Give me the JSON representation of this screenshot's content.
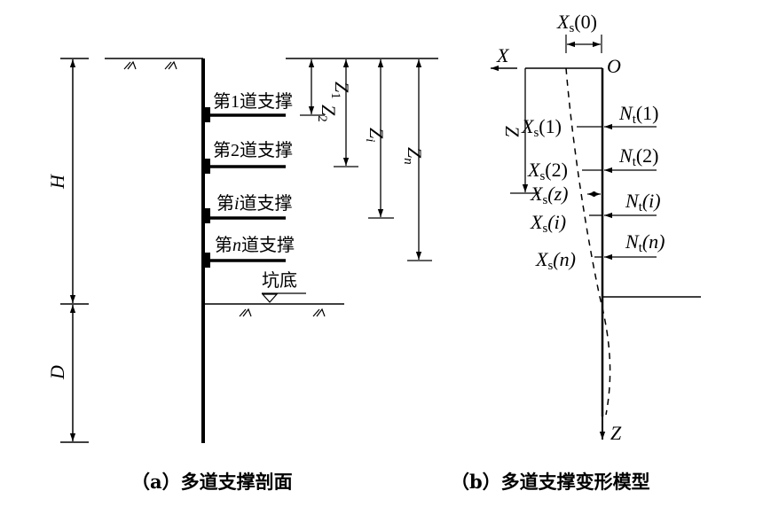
{
  "panel_a": {
    "caption": "（a）多道支撑剖面",
    "dimension_H": "H",
    "dimension_D": "D",
    "struts": [
      {
        "prefix": "第",
        "index": "1",
        "index_italic": false,
        "suffix": "道支撑"
      },
      {
        "prefix": "第",
        "index": "2",
        "index_italic": false,
        "suffix": "道支撑"
      },
      {
        "prefix": "第",
        "index": "i",
        "index_italic": true,
        "suffix": "道支撑"
      },
      {
        "prefix": "第",
        "index": "n",
        "index_italic": true,
        "suffix": "道支撑"
      }
    ],
    "pit_bottom_label": "坑底",
    "depth_labels": [
      {
        "base": "Z",
        "sub": "1"
      },
      {
        "base": "Z",
        "sub": "2"
      },
      {
        "base": "Z",
        "sub": "i"
      },
      {
        "base": "Z",
        "sub": "n"
      }
    ]
  },
  "panel_b": {
    "caption": "（b）多道支撑变形模型",
    "axis_x": "X",
    "axis_z_top": "Z",
    "axis_z_bottom": "Z",
    "origin": "O",
    "xs0": {
      "base": "X",
      "sub": "s",
      "arg": "(0)"
    },
    "xs_labels": [
      {
        "base": "X",
        "sub": "s",
        "arg": "(1)"
      },
      {
        "base": "X",
        "sub": "s",
        "arg": "(2)"
      },
      {
        "base": "X",
        "sub": "s",
        "arg": "(z)"
      },
      {
        "base": "X",
        "sub": "s",
        "arg": "(i)"
      },
      {
        "base": "X",
        "sub": "s",
        "arg": "(n)"
      }
    ],
    "nt_labels": [
      {
        "base": "N",
        "sub": "t",
        "arg": "(1)"
      },
      {
        "base": "N",
        "sub": "t",
        "arg": "(2)"
      },
      {
        "base": "N",
        "sub": "t",
        "arg": "(i)"
      },
      {
        "base": "N",
        "sub": "t",
        "arg": "(n)"
      }
    ]
  }
}
